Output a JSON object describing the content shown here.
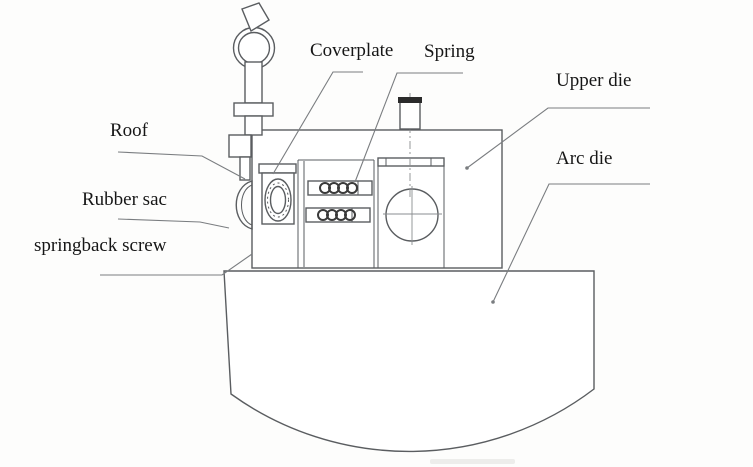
{
  "diagram": {
    "kind": "technical-cross-section",
    "labels": {
      "coverplate": "Coverplate",
      "spring": "Spring",
      "upper_die": "Upper die",
      "arc_die": "Arc die",
      "roof": "Roof",
      "rubber_sac": "Rubber sac",
      "springback_screw": "springback screw"
    },
    "colors": {
      "bg": "#fdfdfc",
      "line": "#5a5d60",
      "hatch": "#9b9ea1",
      "hatch2": "#8f9296",
      "text": "#161616",
      "cap": "#2b2b2b",
      "leader": "#7a7d80"
    }
  }
}
